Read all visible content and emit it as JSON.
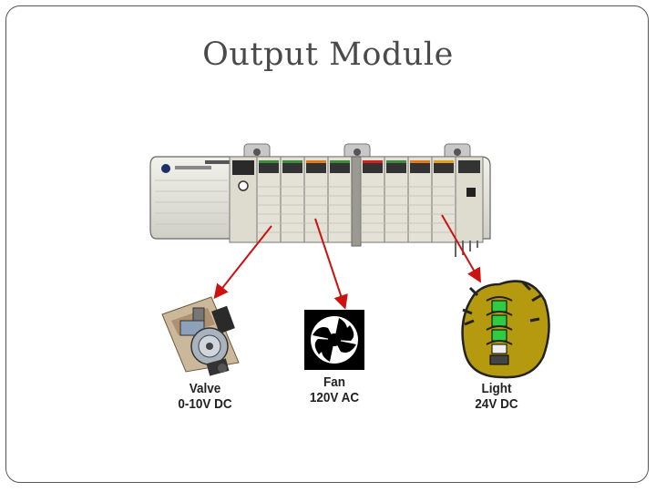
{
  "slide": {
    "title": "Output Module"
  },
  "devices": [
    {
      "name": "Valve",
      "spec": "0-10V DC",
      "icon": "valve-icon"
    },
    {
      "name": "Fan",
      "spec": "120V AC",
      "icon": "fan-icon"
    },
    {
      "name": "Light",
      "spec": "24V DC",
      "icon": "stack-light-icon"
    }
  ],
  "colors": {
    "arrow": "#cc1111",
    "chassis": "#e3e3da",
    "light_body": "#b59a10",
    "light_lamp": "#22aa22"
  }
}
